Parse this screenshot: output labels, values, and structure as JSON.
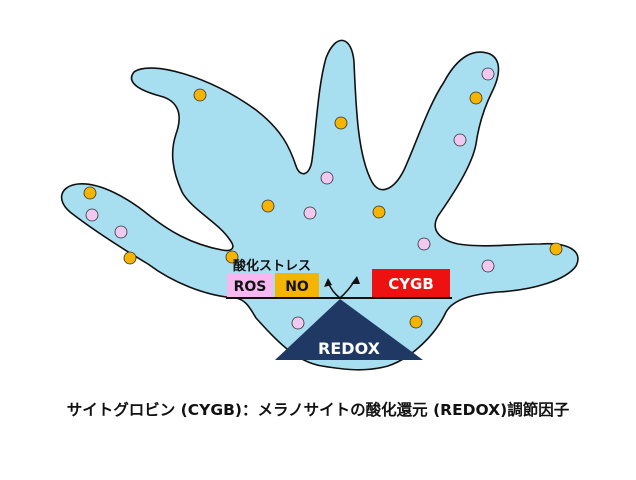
{
  "labels": {
    "stress": "酸化ストレス",
    "ros": "ROS",
    "no": "NO",
    "cygb": "CYGB",
    "redox": "REDOX"
  },
  "caption": "サイトグロビン (CYGB)：メラノサイトの酸化還元 (REDOX)調節因子",
  "colors": {
    "cell_fill": "#a8dff0",
    "cell_stroke": "#111111",
    "granule_orange": "#f5b400",
    "granule_pink": "#f0c8f0",
    "ros_box": "#f5b8f0",
    "no_box": "#f5b400",
    "cygb_box": "#ee1111",
    "redox_triangle": "#1f3864"
  }
}
